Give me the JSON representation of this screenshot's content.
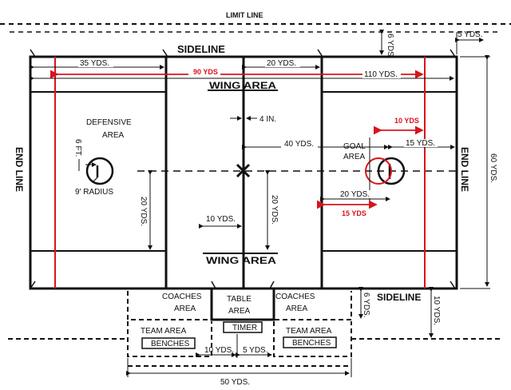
{
  "labels": {
    "limit_line": "LIMIT LINE",
    "sideline_top": "SIDELINE",
    "sideline_bottom": "SIDELINE",
    "end_line_left": "END LINE",
    "end_line_right": "END LINE",
    "wing_area_top": "WING AREA",
    "wing_area_bottom": "WING AREA",
    "defensive_area_1": "DEFENSIVE",
    "defensive_area_2": "AREA",
    "goal_area_1": "GOAL",
    "goal_area_2": "AREA",
    "coaches_area_left_1": "COACHES",
    "coaches_area_left_2": "AREA",
    "coaches_area_right_1": "COACHES",
    "coaches_area_right_2": "AREA",
    "table_area_1": "TABLE",
    "table_area_2": "AREA",
    "timer": "TIMER",
    "team_area_left": "TEAM AREA",
    "team_area_right": "TEAM AREA",
    "benches_left": "BENCHES",
    "benches_right": "BENCHES"
  },
  "dimensions": {
    "d_35": "35 YDS.",
    "d_20_top": "20 YDS.",
    "d_110": "110 YDS.",
    "d_90": "90 YDS",
    "d_4in": "4 IN.",
    "d_40": "40 YDS.",
    "d_15_goal": "15 YDS.",
    "d_10_red": "10 YDS",
    "d_20_goal": "20 YDS.",
    "d_15_red": "15 YDS",
    "d_6ft": "6 FT.",
    "d_9radius": "9' RADIUS",
    "d_20_left": "20 YDS.",
    "d_20_center": "20 YDS.",
    "d_10_center": "10 YDS.",
    "d_6_top": "6 YDS.",
    "d_5_top": "5 YDS.",
    "d_60": "60 YDS.",
    "d_6_right": "6 YDS.",
    "d_10_right": "10 YDS.",
    "d_10_bench": "10 YDS.",
    "d_5_bench": "5 YDS.",
    "d_50": "50 YDS."
  },
  "colors": {
    "line": "#111111",
    "accent_red": "#d8141c"
  }
}
